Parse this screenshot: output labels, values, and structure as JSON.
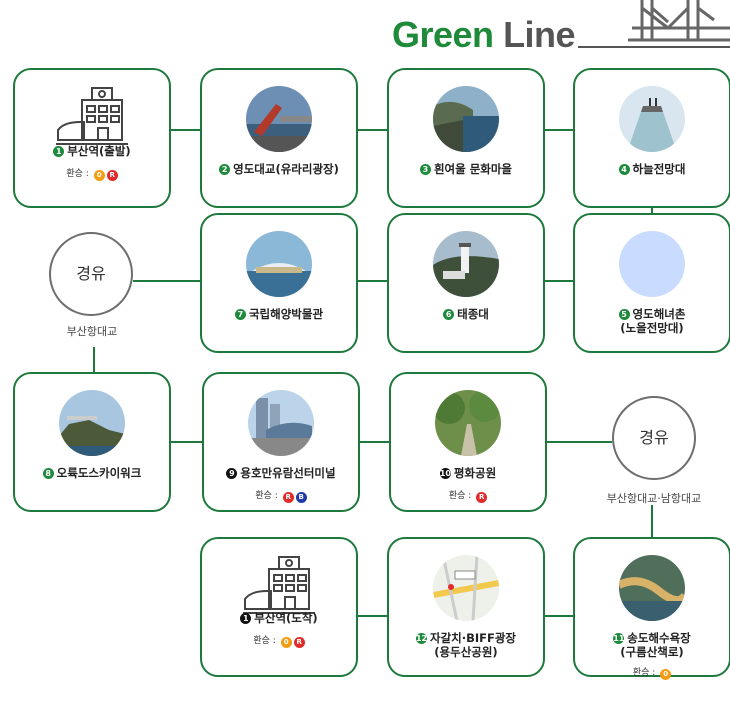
{
  "title": {
    "green": "Green",
    "line": "Line"
  },
  "colors": {
    "green": "#1e7a3c",
    "orange": "#f39c12",
    "red": "#e12a2a",
    "blue": "#1f3aa6"
  },
  "transfer_prefix": "환승 :",
  "stations": {
    "s1": {
      "num": "1",
      "name": "부산역(출발)",
      "badges": [
        "0",
        "R"
      ]
    },
    "s2": {
      "num": "2",
      "name": "영도대교(유라리광장)"
    },
    "s3": {
      "num": "3",
      "name": "흰여울 문화마을"
    },
    "s4": {
      "num": "4",
      "name": "하늘전망대"
    },
    "s5": {
      "num": "5",
      "name1": "영도해녀촌",
      "name2": "(노을전망대)"
    },
    "s6": {
      "num": "6",
      "name": "태종대"
    },
    "s7": {
      "num": "7",
      "name": "국립해양박물관"
    },
    "s8": {
      "num": "8",
      "name": "오륙도스카이워크"
    },
    "s9": {
      "num": "9",
      "name": "용호만유람선터미널",
      "badges": [
        "R",
        "B"
      ]
    },
    "s10": {
      "num": "10",
      "name": "평화공원",
      "badges": [
        "R"
      ]
    },
    "s11": {
      "num": "11",
      "name1": "송도해수욕장",
      "name2": "(구름산책로)",
      "badges": [
        "0"
      ]
    },
    "s12": {
      "num": "12",
      "name1": "자갈치·BIFF광장",
      "name2": "(용두산공원)"
    },
    "s1end": {
      "num": "1",
      "name": "부산역(도착)",
      "badges": [
        "0",
        "R"
      ]
    }
  },
  "via1": {
    "label": "경유",
    "sub": "부산항대교"
  },
  "via2": {
    "label": "경유",
    "sub": "부산항대교·남항대교"
  }
}
